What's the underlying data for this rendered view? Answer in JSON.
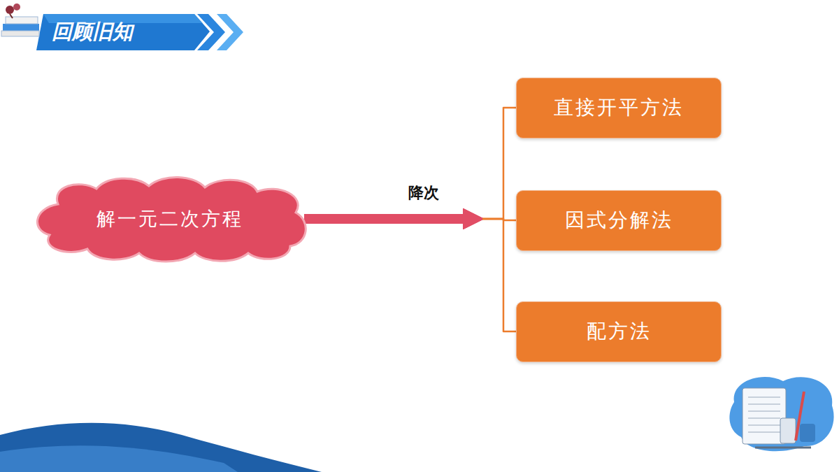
{
  "diagram": {
    "title": "回顾旧知",
    "nodes": [
      {
        "text": [
          "解一元二次方程"
        ]
      },
      {
        "text": [
          "直接开平方法"
        ]
      },
      {
        "text": [
          "因式分解法"
        ]
      },
      {
        "text": [
          "配方法"
        ]
      }
    ],
    "edges": [
      {
        "from": 0,
        "to": 1,
        "arrow": "to"
      },
      {
        "from": 0,
        "to": 2,
        "label": "降次",
        "arrow": "to"
      },
      {
        "from": 0,
        "to": 3,
        "arrow": "to"
      }
    ]
  }
}
